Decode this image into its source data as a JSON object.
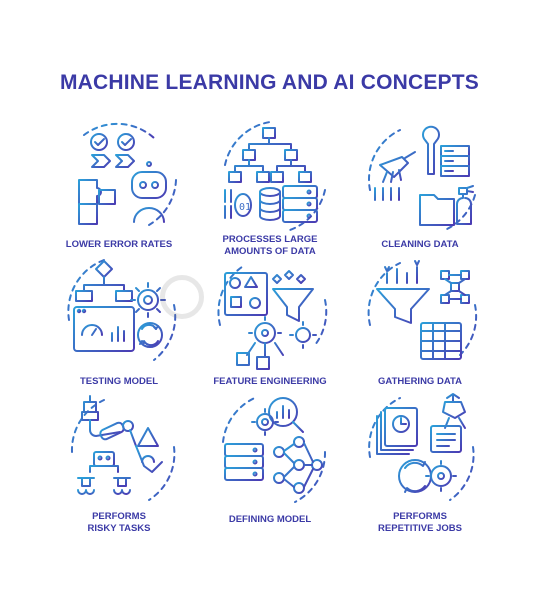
{
  "title": "MACHINE LEARNING AND AI CONCEPTS",
  "colors": {
    "title": "#3b3aa6",
    "gradient_start": "#2b9fd9",
    "gradient_end": "#4b3bb3",
    "label": "#3b3aa6"
  },
  "concepts": [
    {
      "label_line1": "LOWER ERROR RATES",
      "label_line2": "",
      "icon": "robot-puzzle-checkmarks-icon"
    },
    {
      "label_line1": "PROCESSES LARGE",
      "label_line2": "AMOUNTS OF DATA",
      "icon": "hierarchy-database-binary-icon"
    },
    {
      "label_line1": "CLEANING DATA",
      "label_line2": "",
      "icon": "broom-wrench-server-spray-icon"
    },
    {
      "label_line1": "TESTING MODEL",
      "label_line2": "",
      "icon": "flowchart-dashboard-gear-icon"
    },
    {
      "label_line1": "FEATURE ENGINEERING",
      "label_line2": "",
      "icon": "shapes-funnel-gear-icon"
    },
    {
      "label_line1": "GATHERING DATA",
      "label_line2": "",
      "icon": "funnel-network-table-icon"
    },
    {
      "label_line1": "PERFORMS",
      "label_line2": "RISKY TASKS",
      "icon": "robotic-arm-warning-icon"
    },
    {
      "label_line1": "DEFINING MODEL",
      "label_line2": "",
      "icon": "database-magnifier-network-icon"
    },
    {
      "label_line1": "PERFORMS",
      "label_line2": "REPETITIVE JOBS",
      "icon": "documents-robot-arm-cycle-icon"
    }
  ]
}
